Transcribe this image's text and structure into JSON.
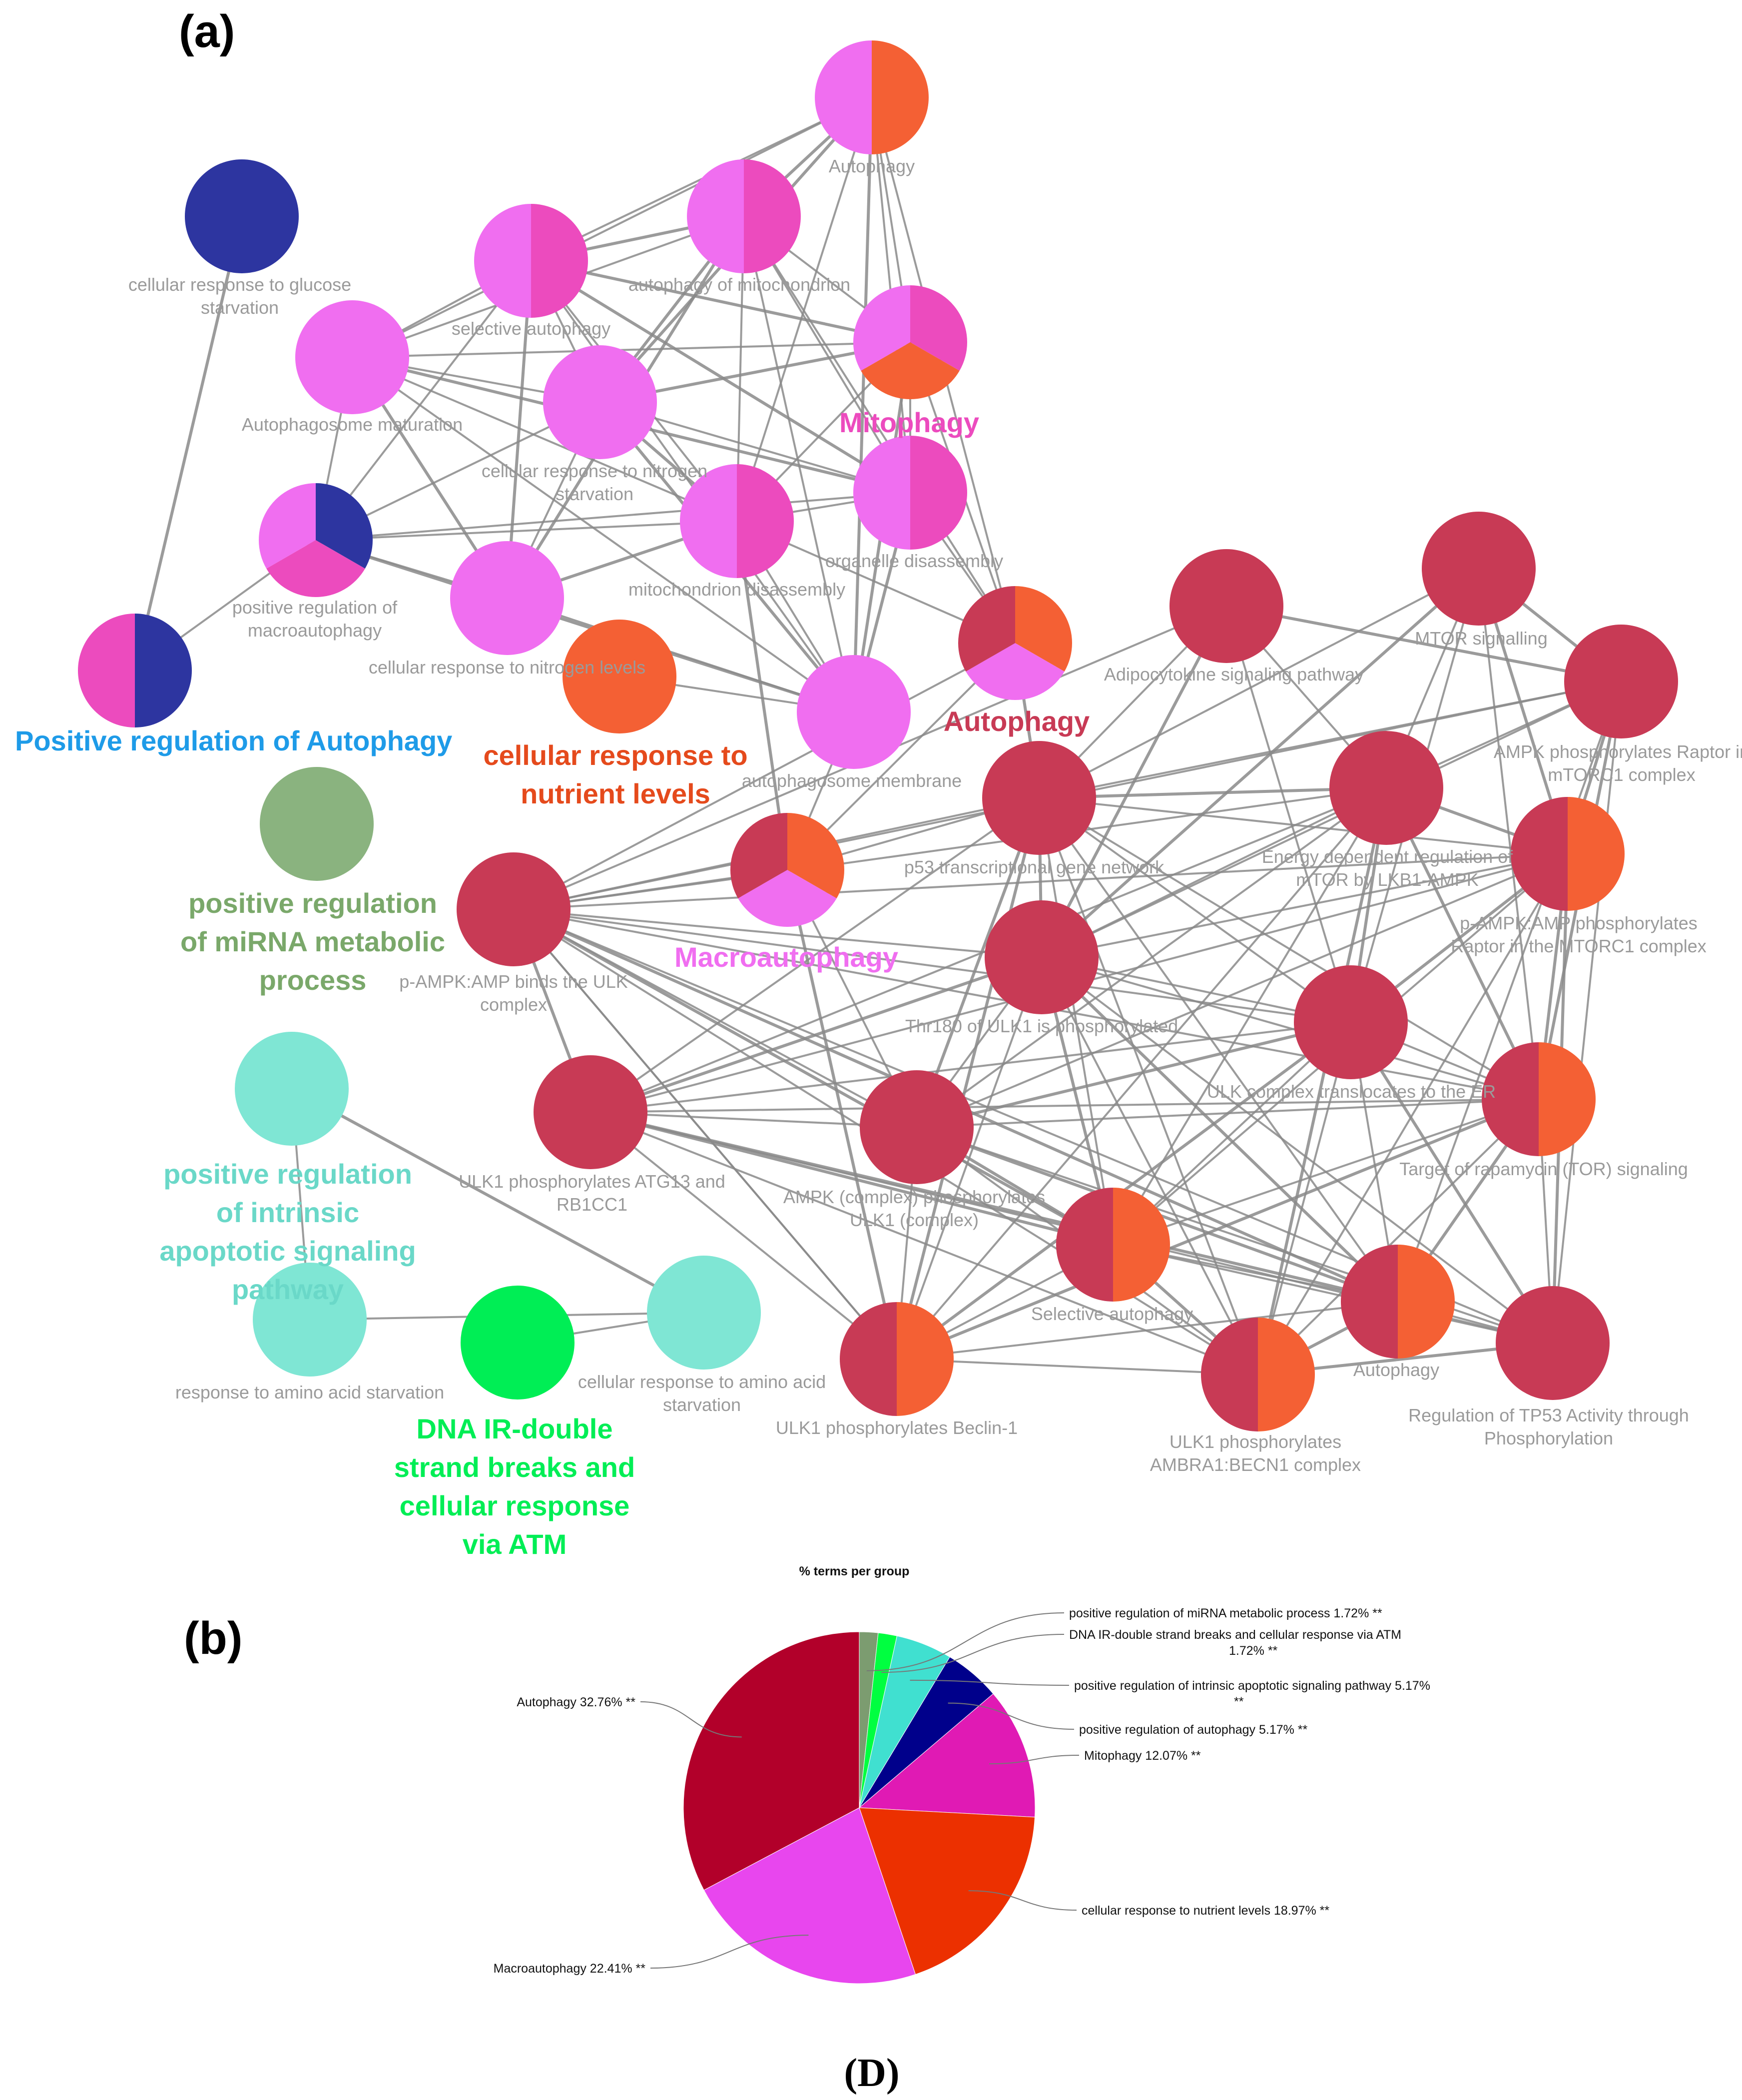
{
  "panel_a": {
    "letter": "(a)",
    "colors": {
      "autophagy": "#c83a55",
      "nutrient": "#f46034",
      "mitophagy": "#ec4bbe",
      "macroautophagy": "#f06ef0",
      "pos_reg_autophagy": "#2d35a0",
      "mirna": "#8ab37f",
      "intrinsic": "#7fe6d4",
      "dna": "#00ee55",
      "edge": "#8a8a8a"
    },
    "nodes": [
      {
        "id": "n1",
        "label": [
          "Autophagy"
        ],
        "slices": [
          "macroautophagy",
          "nutrient"
        ]
      },
      {
        "id": "n2",
        "label": [
          "cellular response to glucose",
          "starvation"
        ],
        "slices": [
          "pos_reg_autophagy"
        ]
      },
      {
        "id": "n3",
        "label": [
          "autophagy of mitochondrion"
        ],
        "slices": [
          "macroautophagy",
          "mitophagy"
        ]
      },
      {
        "id": "n4",
        "label": [
          "selective autophagy"
        ],
        "slices": [
          "macroautophagy",
          "mitophagy"
        ]
      },
      {
        "id": "n5",
        "label": [
          ""
        ],
        "slices": [
          "mitophagy",
          "nutrient",
          "macroautophagy"
        ]
      },
      {
        "id": "n6",
        "label": [
          "Autophagosome maturation"
        ],
        "slices": [
          "macroautophagy"
        ]
      },
      {
        "id": "n7",
        "label": [
          "cellular response to nitrogen",
          "starvation"
        ],
        "slices": [
          "macroautophagy"
        ]
      },
      {
        "id": "n8",
        "label": [
          "organelle disassembly"
        ],
        "slices": [
          "macroautophagy",
          "mitophagy"
        ]
      },
      {
        "id": "n9",
        "label": [
          "mitochondrion disassembly"
        ],
        "slices": [
          "macroautophagy",
          "mitophagy"
        ]
      },
      {
        "id": "n10",
        "label": [
          "positive regulation of",
          "macroautophagy"
        ],
        "slices": [
          "pos_reg_autophagy",
          "mitophagy",
          "macroautophagy"
        ]
      },
      {
        "id": "n11",
        "label": [
          "cellular response to nitrogen levels"
        ],
        "slices": [
          "macroautophagy"
        ]
      },
      {
        "id": "n12",
        "label": [
          ""
        ],
        "slices": [
          "nutrient"
        ]
      },
      {
        "id": "n13",
        "label": [
          ""
        ],
        "slices": [
          "mitophagy",
          "pos_reg_autophagy"
        ]
      },
      {
        "id": "n14",
        "label": [
          "autophagosome membrane"
        ],
        "slices": [
          "macroautophagy"
        ]
      },
      {
        "id": "n15",
        "label": [
          ""
        ],
        "slices": [
          "nutrient",
          "macroautophagy",
          "autophagy"
        ]
      },
      {
        "id": "n16",
        "label": [
          "Adipocytokine signaling pathway"
        ],
        "slices": [
          "autophagy"
        ]
      },
      {
        "id": "n17",
        "label": [
          "MTOR signalling"
        ],
        "slices": [
          "autophagy"
        ]
      },
      {
        "id": "n18",
        "label": [
          "AMPK phosphorylates Raptor in",
          "mTORC1 complex"
        ],
        "slices": [
          "autophagy"
        ]
      },
      {
        "id": "n19",
        "label": [
          ""
        ],
        "slices": [
          "mirna"
        ]
      },
      {
        "id": "n20",
        "label": [
          "p53 transcriptional gene network"
        ],
        "slices": [
          "autophagy"
        ]
      },
      {
        "id": "n21",
        "label": [
          "Energy dependent regulation of",
          "mTOR by LKB1-AMPK"
        ],
        "slices": [
          "autophagy"
        ]
      },
      {
        "id": "n22",
        "label": [
          ""
        ],
        "slices": [
          "nutrient",
          "macroautophagy",
          "autophagy"
        ]
      },
      {
        "id": "n23",
        "label": [
          "p-AMPK:AMP phosphorylates",
          "Raptor in the MTORC1 complex"
        ],
        "slices": [
          "autophagy",
          "nutrient"
        ]
      },
      {
        "id": "n24",
        "label": [
          "p-AMPK:AMP binds the ULK",
          "complex"
        ],
        "slices": [
          "autophagy"
        ]
      },
      {
        "id": "n25",
        "label": [
          "Thr180 of ULK1 is phosphorylated"
        ],
        "slices": [
          "autophagy"
        ]
      },
      {
        "id": "n26",
        "label": [
          "ULK complex translocates to the ER"
        ],
        "slices": [
          "autophagy"
        ]
      },
      {
        "id": "n27",
        "label": [
          ""
        ],
        "slices": [
          "intrinsic"
        ]
      },
      {
        "id": "n28",
        "label": [
          "ULK1 phosphorylates ATG13 and",
          "RB1CC1"
        ],
        "slices": [
          "autophagy"
        ]
      },
      {
        "id": "n29",
        "label": [
          "AMPK (complex) phosphorylates",
          "ULK1 (complex)"
        ],
        "slices": [
          "autophagy"
        ]
      },
      {
        "id": "n30",
        "label": [
          "Target of rapamycin (TOR) signaling"
        ],
        "slices": [
          "autophagy",
          "nutrient"
        ]
      },
      {
        "id": "n31",
        "label": [
          "Selective autophagy"
        ],
        "slices": [
          "autophagy",
          "nutrient"
        ]
      },
      {
        "id": "n32",
        "label": [
          "Autophagy"
        ],
        "slices": [
          "autophagy",
          "nutrient"
        ]
      },
      {
        "id": "n33",
        "label": [
          "response to amino acid starvation"
        ],
        "slices": [
          "intrinsic"
        ]
      },
      {
        "id": "n34",
        "label": [
          ""
        ],
        "slices": [
          "dna"
        ]
      },
      {
        "id": "n35",
        "label": [
          "cellular response to amino acid",
          "starvation"
        ],
        "slices": [
          "intrinsic"
        ]
      },
      {
        "id": "n36",
        "label": [
          "ULK1 phosphorylates Beclin-1"
        ],
        "slices": [
          "autophagy",
          "nutrient"
        ]
      },
      {
        "id": "n37",
        "label": [
          "ULK1 phosphorylates",
          "AMBRA1:BECN1 complex"
        ],
        "slices": [
          "autophagy",
          "nutrient"
        ]
      },
      {
        "id": "n38",
        "label": [
          "Regulation of TP53 Activity through",
          "Phosphorylation"
        ],
        "slices": [
          "autophagy"
        ]
      }
    ],
    "edges": [
      [
        "n1",
        "n3"
      ],
      [
        "n1",
        "n4"
      ],
      [
        "n1",
        "n5"
      ],
      [
        "n1",
        "n7"
      ],
      [
        "n1",
        "n8"
      ],
      [
        "n1",
        "n9"
      ],
      [
        "n1",
        "n14"
      ],
      [
        "n1",
        "n15"
      ],
      [
        "n1",
        "n6"
      ],
      [
        "n3",
        "n4"
      ],
      [
        "n3",
        "n5"
      ],
      [
        "n3",
        "n6"
      ],
      [
        "n3",
        "n7"
      ],
      [
        "n3",
        "n8"
      ],
      [
        "n3",
        "n9"
      ],
      [
        "n3",
        "n11"
      ],
      [
        "n3",
        "n14"
      ],
      [
        "n3",
        "n15"
      ],
      [
        "n4",
        "n5"
      ],
      [
        "n4",
        "n6"
      ],
      [
        "n4",
        "n7"
      ],
      [
        "n4",
        "n8"
      ],
      [
        "n4",
        "n9"
      ],
      [
        "n4",
        "n10"
      ],
      [
        "n4",
        "n11"
      ],
      [
        "n4",
        "n14"
      ],
      [
        "n5",
        "n6"
      ],
      [
        "n5",
        "n7"
      ],
      [
        "n5",
        "n8"
      ],
      [
        "n5",
        "n9"
      ],
      [
        "n5",
        "n14"
      ],
      [
        "n5",
        "n15"
      ],
      [
        "n6",
        "n7"
      ],
      [
        "n6",
        "n8"
      ],
      [
        "n6",
        "n9"
      ],
      [
        "n6",
        "n10"
      ],
      [
        "n6",
        "n11"
      ],
      [
        "n6",
        "n14"
      ],
      [
        "n7",
        "n8"
      ],
      [
        "n7",
        "n9"
      ],
      [
        "n7",
        "n10"
      ],
      [
        "n7",
        "n11"
      ],
      [
        "n7",
        "n14"
      ],
      [
        "n8",
        "n9"
      ],
      [
        "n8",
        "n10"
      ],
      [
        "n8",
        "n14"
      ],
      [
        "n8",
        "n15"
      ],
      [
        "n9",
        "n10"
      ],
      [
        "n9",
        "n11"
      ],
      [
        "n9",
        "n14"
      ],
      [
        "n9",
        "n15"
      ],
      [
        "n9",
        "n22"
      ],
      [
        "n10",
        "n11"
      ],
      [
        "n10",
        "n13"
      ],
      [
        "n10",
        "n14"
      ],
      [
        "n11",
        "n14"
      ],
      [
        "n12",
        "n14"
      ],
      [
        "n2",
        "n13"
      ],
      [
        "n14",
        "n22"
      ],
      [
        "n15",
        "n22"
      ],
      [
        "n15",
        "n20"
      ],
      [
        "n15",
        "n24"
      ],
      [
        "n22",
        "n24"
      ],
      [
        "n22",
        "n36"
      ],
      [
        "n22",
        "n29"
      ],
      [
        "n22",
        "n20"
      ],
      [
        "n16",
        "n18"
      ],
      [
        "n16",
        "n20"
      ],
      [
        "n16",
        "n21"
      ],
      [
        "n16",
        "n25"
      ],
      [
        "n16",
        "n26"
      ],
      [
        "n16",
        "n24"
      ],
      [
        "n17",
        "n18"
      ],
      [
        "n17",
        "n20"
      ],
      [
        "n17",
        "n21"
      ],
      [
        "n17",
        "n23"
      ],
      [
        "n17",
        "n30"
      ],
      [
        "n17",
        "n26"
      ],
      [
        "n17",
        "n25"
      ],
      [
        "n18",
        "n20"
      ],
      [
        "n18",
        "n21"
      ],
      [
        "n18",
        "n23"
      ],
      [
        "n18",
        "n24"
      ],
      [
        "n18",
        "n25"
      ],
      [
        "n18",
        "n30"
      ],
      [
        "n18",
        "n38"
      ],
      [
        "n18",
        "n32"
      ],
      [
        "n20",
        "n21"
      ],
      [
        "n20",
        "n23"
      ],
      [
        "n20",
        "n24"
      ],
      [
        "n20",
        "n25"
      ],
      [
        "n20",
        "n26"
      ],
      [
        "n20",
        "n28"
      ],
      [
        "n20",
        "n29"
      ],
      [
        "n20",
        "n30"
      ],
      [
        "n20",
        "n31"
      ],
      [
        "n20",
        "n36"
      ],
      [
        "n20",
        "n37"
      ],
      [
        "n20",
        "n32"
      ],
      [
        "n21",
        "n23"
      ],
      [
        "n21",
        "n24"
      ],
      [
        "n21",
        "n25"
      ],
      [
        "n21",
        "n26"
      ],
      [
        "n21",
        "n28"
      ],
      [
        "n21",
        "n29"
      ],
      [
        "n21",
        "n30"
      ],
      [
        "n21",
        "n31"
      ],
      [
        "n21",
        "n36"
      ],
      [
        "n21",
        "n37"
      ],
      [
        "n23",
        "n24"
      ],
      [
        "n23",
        "n25"
      ],
      [
        "n23",
        "n26"
      ],
      [
        "n23",
        "n28"
      ],
      [
        "n23",
        "n29"
      ],
      [
        "n23",
        "n30"
      ],
      [
        "n23",
        "n31"
      ],
      [
        "n23",
        "n37"
      ],
      [
        "n23",
        "n38"
      ],
      [
        "n24",
        "n25"
      ],
      [
        "n24",
        "n26"
      ],
      [
        "n24",
        "n28"
      ],
      [
        "n24",
        "n29"
      ],
      [
        "n24",
        "n30"
      ],
      [
        "n24",
        "n31"
      ],
      [
        "n24",
        "n36"
      ],
      [
        "n24",
        "n37"
      ],
      [
        "n24",
        "n32"
      ],
      [
        "n24",
        "n38"
      ],
      [
        "n25",
        "n26"
      ],
      [
        "n25",
        "n28"
      ],
      [
        "n25",
        "n29"
      ],
      [
        "n25",
        "n30"
      ],
      [
        "n25",
        "n31"
      ],
      [
        "n25",
        "n36"
      ],
      [
        "n25",
        "n37"
      ],
      [
        "n25",
        "n32"
      ],
      [
        "n25",
        "n38"
      ],
      [
        "n26",
        "n28"
      ],
      [
        "n26",
        "n29"
      ],
      [
        "n26",
        "n30"
      ],
      [
        "n26",
        "n31"
      ],
      [
        "n26",
        "n36"
      ],
      [
        "n26",
        "n37"
      ],
      [
        "n26",
        "n32"
      ],
      [
        "n26",
        "n38"
      ],
      [
        "n28",
        "n29"
      ],
      [
        "n28",
        "n30"
      ],
      [
        "n28",
        "n31"
      ],
      [
        "n28",
        "n36"
      ],
      [
        "n28",
        "n37"
      ],
      [
        "n28",
        "n32"
      ],
      [
        "n28",
        "n38"
      ],
      [
        "n29",
        "n30"
      ],
      [
        "n29",
        "n31"
      ],
      [
        "n29",
        "n36"
      ],
      [
        "n29",
        "n37"
      ],
      [
        "n29",
        "n32"
      ],
      [
        "n29",
        "n38"
      ],
      [
        "n30",
        "n31"
      ],
      [
        "n30",
        "n32"
      ],
      [
        "n30",
        "n37"
      ],
      [
        "n30",
        "n38"
      ],
      [
        "n30",
        "n36"
      ],
      [
        "n31",
        "n32"
      ],
      [
        "n31",
        "n36"
      ],
      [
        "n31",
        "n37"
      ],
      [
        "n31",
        "n38"
      ],
      [
        "n32",
        "n36"
      ],
      [
        "n32",
        "n37"
      ],
      [
        "n32",
        "n38"
      ],
      [
        "n36",
        "n37"
      ],
      [
        "n37",
        "n38"
      ],
      [
        "n24",
        "n36"
      ],
      [
        "n27",
        "n33"
      ],
      [
        "n27",
        "n35"
      ],
      [
        "n33",
        "n35"
      ],
      [
        "n34",
        "n35"
      ]
    ],
    "groups": [
      {
        "lines": [
          "Mitophagy"
        ],
        "color": "mitophagy"
      },
      {
        "lines": [
          "Autophagy"
        ],
        "color": "autophagy"
      },
      {
        "lines": [
          "Positive regulation of Autophagy"
        ],
        "color": "#1e9be8"
      },
      {
        "lines": [
          "cellular response to",
          "nutrient levels"
        ],
        "color": "#e54a1c"
      },
      {
        "lines": [
          "positive regulation",
          "of miRNA metabolic",
          "process"
        ],
        "color": "#7aa86a"
      },
      {
        "lines": [
          "Macroautophagy"
        ],
        "color": "macroautophagy"
      },
      {
        "lines": [
          "positive regulation",
          "of intrinsic",
          "apoptotic signaling",
          "pathway"
        ],
        "color": "#6ad8c8"
      },
      {
        "lines": [
          "DNA IR-double",
          "strand breaks and",
          "cellular response",
          "via ATM"
        ],
        "color": "#00ee55"
      }
    ]
  },
  "panel_b": {
    "letter": "(b)",
    "chart_data": {
      "type": "pie",
      "title": "% terms per group",
      "slices": [
        {
          "name": "positive regulation of miRNA metabolic process",
          "value": 1.72,
          "label": [
            "positive regulation of miRNA metabolic process 1.72% **"
          ],
          "color": "#7c9c70"
        },
        {
          "name": "DNA IR-double strand breaks and cellular response via ATM",
          "value": 1.72,
          "label": [
            "DNA IR-double strand breaks and cellular response via ATM",
            "1.72% **"
          ],
          "color": "#00ff40"
        },
        {
          "name": "positive regulation of intrinsic apoptotic signaling pathway",
          "value": 5.17,
          "label": [
            "positive regulation of intrinsic apoptotic signaling pathway 5.17%",
            "**"
          ],
          "color": "#40e0d0"
        },
        {
          "name": "positive regulation of autophagy",
          "value": 5.17,
          "label": [
            "positive regulation of autophagy 5.17% **"
          ],
          "color": "#00008b"
        },
        {
          "name": "Mitophagy",
          "value": 12.07,
          "label": [
            "Mitophagy 12.07% **"
          ],
          "color": "#e01ab4"
        },
        {
          "name": "cellular response to nutrient levels",
          "value": 18.97,
          "label": [
            "cellular response to nutrient levels 18.97% **"
          ],
          "color": "#ec3000"
        },
        {
          "name": "Macroautophagy",
          "value": 22.41,
          "label": [
            "Macroautophagy 22.41% **"
          ],
          "color": "#e846ee"
        },
        {
          "name": "Autophagy",
          "value": 32.76,
          "label": [
            "Autophagy 32.76% **"
          ],
          "color": "#b2002a"
        }
      ]
    }
  },
  "caption": "(D)"
}
